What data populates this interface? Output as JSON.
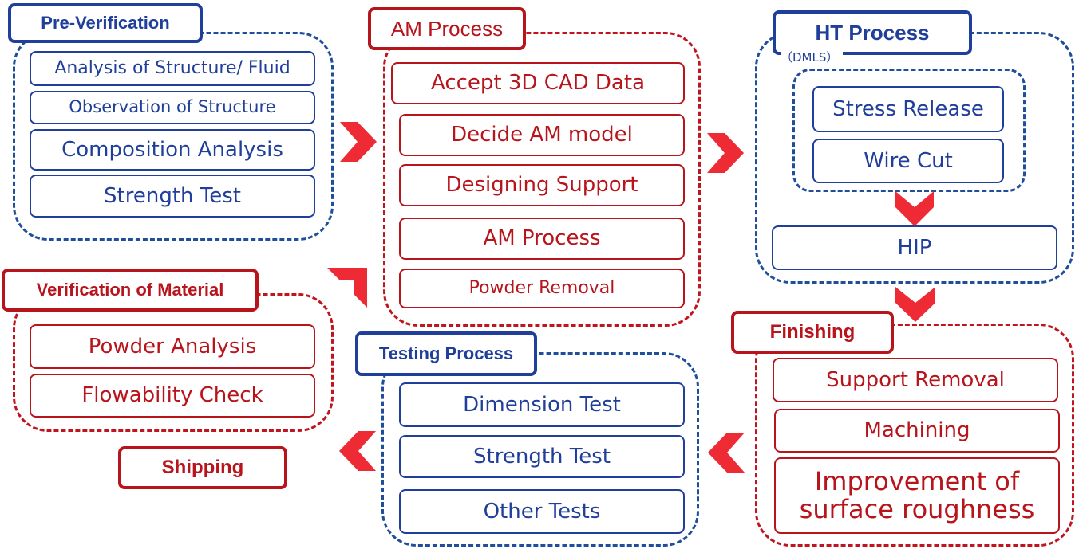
{
  "colors": {
    "blue": "#1f3f9a",
    "red": "#b8141c",
    "arrow": "#ee2a35"
  },
  "pre_verification": {
    "title": "Pre-Verification",
    "items": [
      "Analysis of Structure/ Fluid",
      "Observation of Structure",
      "Composition Analysis",
      "Strength Test"
    ]
  },
  "am_process": {
    "title": "AM Process",
    "items": [
      "Accept 3D CAD Data",
      "Decide AM model",
      "Designing Support",
      "AM Process",
      "Powder Removal"
    ]
  },
  "ht_process": {
    "title": "HT Process",
    "note": "（DMLS）",
    "items": [
      "Stress Release",
      "Wire Cut"
    ],
    "hip": "HIP"
  },
  "verification_material": {
    "title": "Verification of Material",
    "items": [
      "Powder Analysis",
      "Flowability Check"
    ]
  },
  "testing_process": {
    "title": "Testing Process",
    "items": [
      "Dimension Test",
      "Strength Test",
      "Other Tests"
    ]
  },
  "finishing": {
    "title": "Finishing",
    "items": [
      "Support Removal",
      "Machining",
      "Improvement of surface roughness"
    ]
  },
  "shipping": {
    "label": "Shipping"
  },
  "arrows": [
    "chevron-right-icon",
    "chevron-right-icon",
    "chevron-down-icon",
    "chevron-down-icon",
    "chevron-left-icon",
    "chevron-left-icon",
    "chevron-up-right-icon"
  ]
}
